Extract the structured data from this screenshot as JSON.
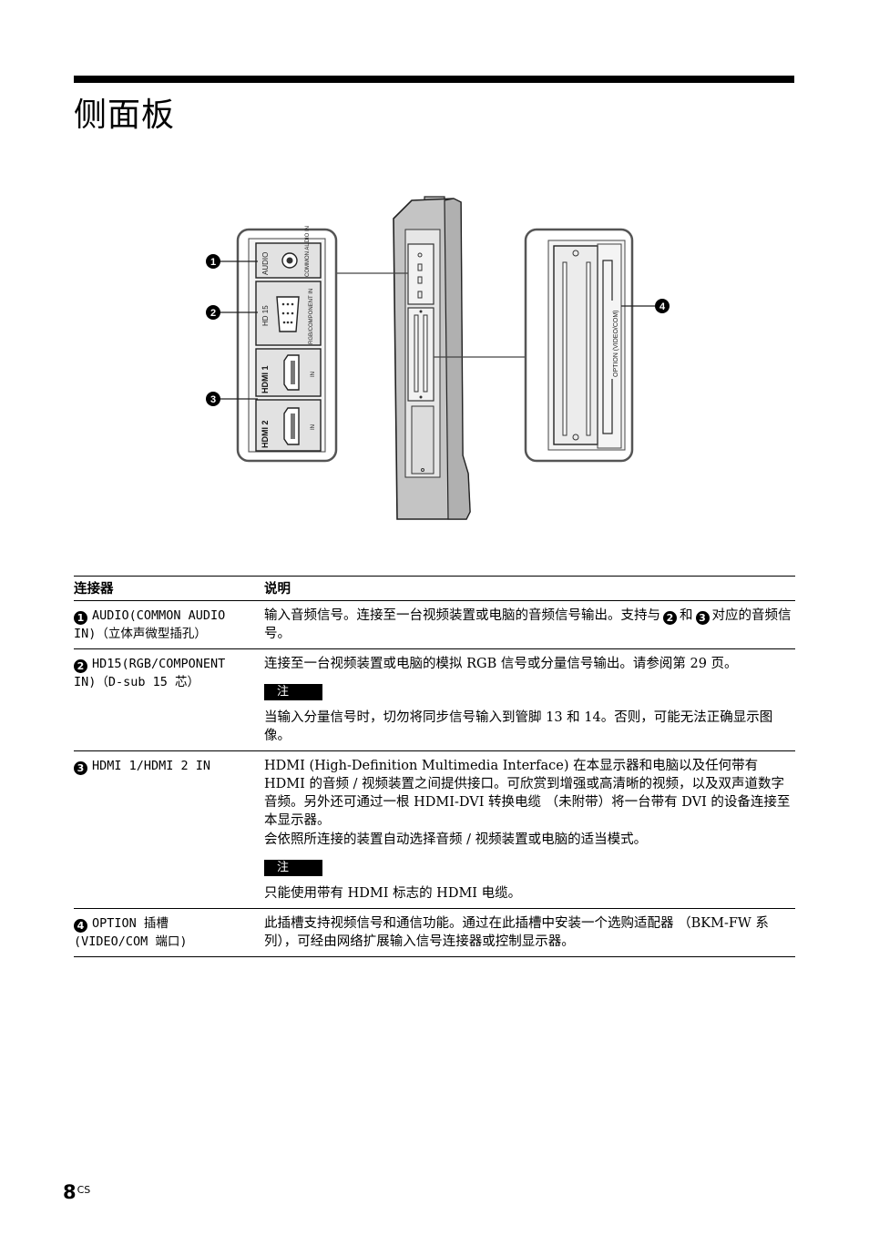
{
  "page": {
    "title": "侧面板",
    "page_number": "8",
    "page_suffix": "CS"
  },
  "figure": {
    "callouts": [
      "1",
      "2",
      "3",
      "4"
    ],
    "left_panel_labels": {
      "audio": "AUDIO",
      "common_audio_in": "COMMON AUDIO IN",
      "hd15": "HD 15",
      "rgb_component_in": "RGB/COMPONENT IN",
      "hdmi1": "HDMI 1",
      "hdmi2": "HDMI 2",
      "in1": "IN",
      "in2": "IN"
    },
    "right_panel_label": "OPTION (VIDEO/COM)"
  },
  "table": {
    "headers": [
      "连接器",
      "说明"
    ],
    "rows": [
      {
        "num": "1",
        "connector_line1": "AUDIO(COMMON AUDIO",
        "connector_line2": "IN)（立体声微型插孔）",
        "desc_pre": "输入音频信号。连接至一台视频装置或电脑的音频信号输出。支持与",
        "ref1": "2",
        "desc_mid": "和",
        "ref2": "3",
        "desc_post": "对应的音频信号。"
      },
      {
        "num": "2",
        "connector_line1": "HD15(RGB/COMPONENT",
        "connector_line2": "IN)（D-sub 15 芯）",
        "desc": "连接至一台视频装置或电脑的模拟 RGB 信号或分量信号输出。请参阅第 29 页。",
        "note_label": "注",
        "note": "当输入分量信号时，切勿将同步信号输入到管脚 13 和 14。否则，可能无法正确显示图像。"
      },
      {
        "num": "3",
        "connector_line1": "HDMI 1/HDMI 2 IN",
        "desc": "HDMI (High-Definition Multimedia Interface) 在本显示器和电脑以及任何带有 HDMI 的音频 / 视频装置之间提供接口。可欣赏到增强或高清晰的视频，以及双声道数字音频。另外还可通过一根 HDMI-DVI 转换电缆 （未附带）将一台带有 DVI 的设备连接至本显示器。",
        "desc2": "会依照所连接的装置自动选择音频 / 视频装置或电脑的适当模式。",
        "note_label": "注",
        "note": "只能使用带有 HDMI 标志的 HDMI 电缆。"
      },
      {
        "num": "4",
        "connector_line1": "OPTION 插槽",
        "connector_line2": "(VIDEO/COM 端口)",
        "desc": "此插槽支持视频信号和通信功能。通过在此插槽中安装一个选购适配器 （BKM-FW 系列），可经由网络扩展输入信号连接器或控制显示器。"
      }
    ]
  }
}
